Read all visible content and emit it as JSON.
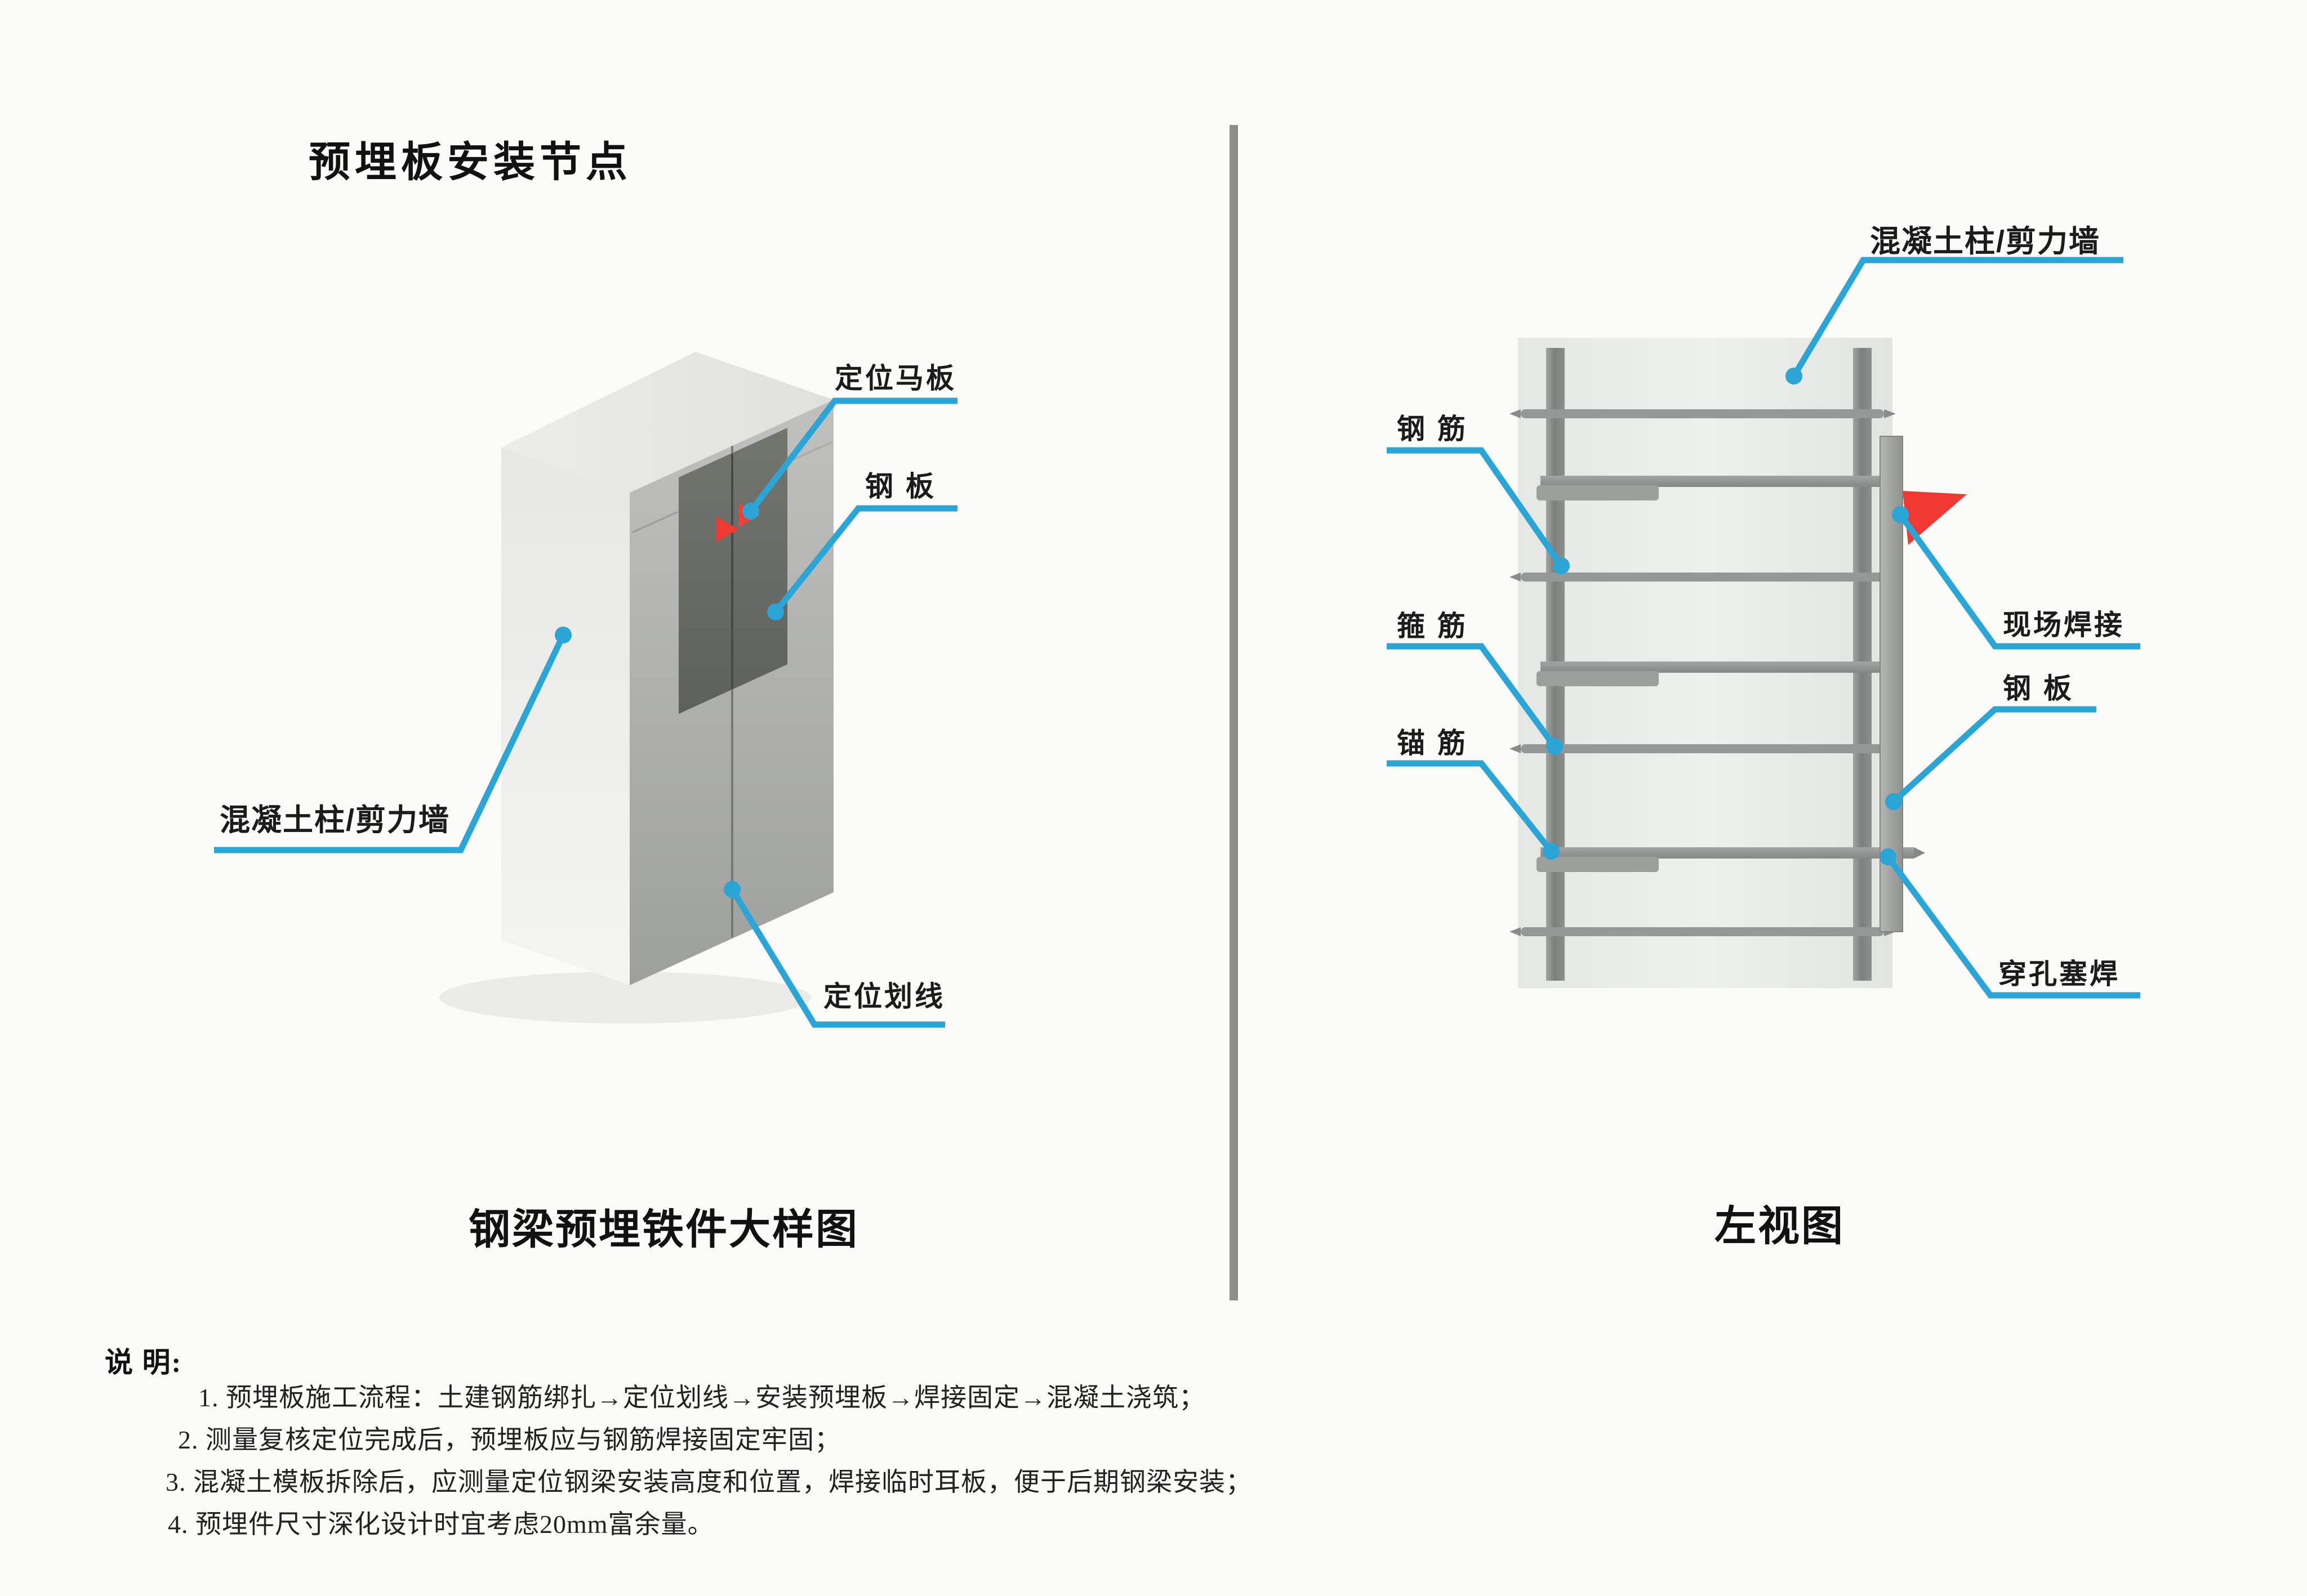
{
  "page": {
    "title": "预埋板安装节点",
    "background": "#fbfbfa",
    "accent_color": "#2aa5d6",
    "marker_red": "#ee3a33",
    "divider_color": "#8d8d8d"
  },
  "left_diagram": {
    "caption": "钢梁预埋铁件大样图",
    "labels": {
      "positioning_horse_plate": "定位马板",
      "steel_plate": "钢 板",
      "concrete_column_shear_wall": "混凝土柱/剪力墙",
      "positioning_scribe_line": "定位划线"
    }
  },
  "right_diagram": {
    "caption": "左视图",
    "labels": {
      "concrete_column_shear_wall": "混凝土柱/剪力墙",
      "rebar": "钢 筋",
      "stirrup": "箍 筋",
      "anchor_bar": "锚 筋",
      "site_welding": "现场焊接",
      "steel_plate": "钢 板",
      "plug_welding": "穿孔塞焊"
    }
  },
  "notes": {
    "heading": "说 明:",
    "items": [
      "1. 预埋板施工流程：土建钢筋绑扎→定位划线→安装预埋板→焊接固定→混凝土浇筑；",
      "2. 测量复核定位完成后，预埋板应与钢筋焊接固定牢固；",
      "3. 混凝土模板拆除后，应测量定位钢梁安装高度和位置，焊接临时耳板，便于后期钢梁安装；",
      "4. 预埋件尺寸深化设计时宜考虑20mm富余量。"
    ]
  }
}
